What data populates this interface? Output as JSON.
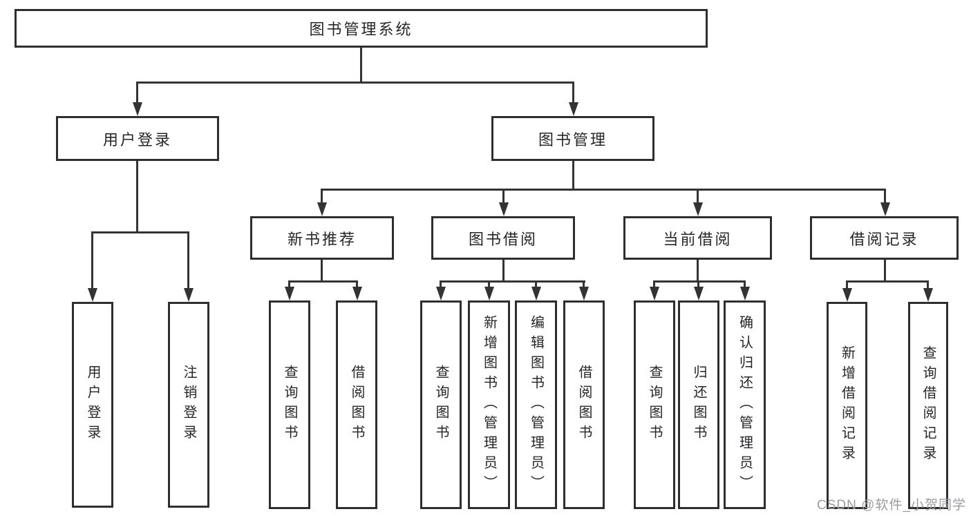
{
  "diagram": {
    "type": "hierarchy-tree",
    "nodes": {
      "root": "图书管理系统",
      "user_login": "用户登录",
      "book_mgmt": "图书管理",
      "new_book": "新书推荐",
      "book_borrow": "图书借阅",
      "current_borrow": "当前借阅",
      "borrow_records": "借阅记录",
      "leaf_user_login": "用户登录",
      "leaf_logout": "注销登录",
      "leaf_query_books_a": "查询图书",
      "leaf_borrow_books_a": "借阅图书",
      "leaf_query_books_b": "查询图书",
      "leaf_add_books_admin": "新增图书（管理员）",
      "leaf_edit_books_admin": "编辑图书（管理员）",
      "leaf_borrow_books_b": "借阅图书",
      "leaf_query_books_c": "查询图书",
      "leaf_return_books": "归还图书",
      "leaf_confirm_return_admin": "确认归还（管理员）",
      "leaf_add_borrow_record": "新增借阅记录",
      "leaf_query_borrow_record": "查询借阅记录"
    },
    "edges": [
      {
        "from": "root",
        "to": [
          "user_login",
          "book_mgmt"
        ]
      },
      {
        "from": "user_login",
        "to": [
          "leaf_user_login",
          "leaf_logout"
        ]
      },
      {
        "from": "book_mgmt",
        "to": [
          "new_book",
          "book_borrow",
          "current_borrow",
          "borrow_records"
        ]
      },
      {
        "from": "new_book",
        "to": [
          "leaf_query_books_a",
          "leaf_borrow_books_a"
        ]
      },
      {
        "from": "book_borrow",
        "to": [
          "leaf_query_books_b",
          "leaf_add_books_admin",
          "leaf_edit_books_admin",
          "leaf_borrow_books_b"
        ]
      },
      {
        "from": "current_borrow",
        "to": [
          "leaf_query_books_c",
          "leaf_return_books",
          "leaf_confirm_return_admin"
        ]
      },
      {
        "from": "borrow_records",
        "to": [
          "leaf_add_borrow_record",
          "leaf_query_borrow_record"
        ]
      }
    ],
    "colors": {
      "line": "#333333",
      "box_border": "#2e2e2e",
      "text": "#26262a",
      "background": "#ffffff"
    }
  },
  "watermark": {
    "text": "CSDN @软件_小贺同学",
    "color": "#9b9ba3"
  }
}
